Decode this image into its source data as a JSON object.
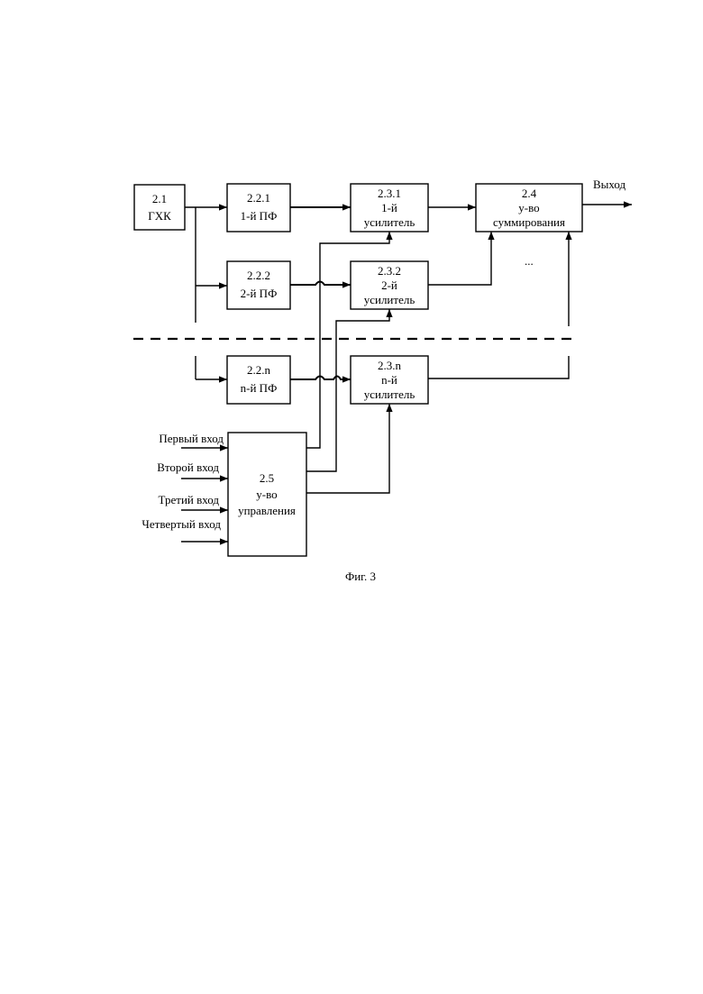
{
  "blocks": {
    "gen": {
      "l1": "2.1",
      "l2": "ГХК"
    },
    "pf1": {
      "l1": "2.2.1",
      "l2": "1-й ПФ"
    },
    "pf2": {
      "l1": "2.2.2",
      "l2": "2-й ПФ"
    },
    "pfn": {
      "l1": "2.2.n",
      "l2": "n-й ПФ"
    },
    "amp1": {
      "l1": "2.3.1",
      "l2": "1-й",
      "l3": "усилитель"
    },
    "amp2": {
      "l1": "2.3.2",
      "l2": "2-й",
      "l3": "усилитель"
    },
    "ampn": {
      "l1": "2.3.n",
      "l2": "n-й",
      "l3": "усилитель"
    },
    "sum": {
      "l1": "2.4",
      "l2": "у-во",
      "l3": "суммирования"
    },
    "ctrl": {
      "l1": "2.5",
      "l2": "у-во",
      "l3": "управления"
    }
  },
  "output_label": "Выход",
  "ellipsis": "...",
  "inputs": [
    "Первый вход",
    "Второй вход",
    "Третий вход",
    "Четвертый вход"
  ],
  "caption": "Фиг. 3"
}
